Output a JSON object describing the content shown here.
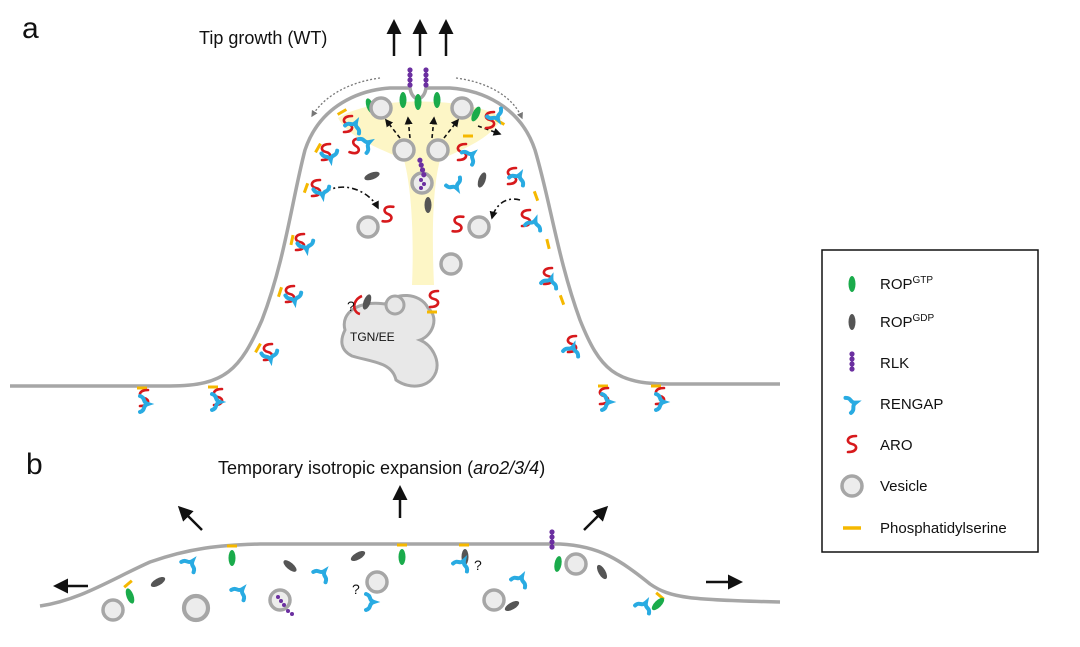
{
  "panels": {
    "a": {
      "letter": "a",
      "title": "Tip growth (WT)",
      "tgn_label": "TGN/EE",
      "question_mark": "?"
    },
    "b": {
      "letter": "b",
      "title_prefix": "Temporary isotropic expansion (",
      "title_italic": "aro2/3/4",
      "title_suffix": ")",
      "question_mark_1": "?",
      "question_mark_2": "?"
    }
  },
  "legend": {
    "items": [
      {
        "key": "rop-gtp",
        "label_main": "ROP",
        "label_sup": "GTP",
        "color": "#1aab4b"
      },
      {
        "key": "rop-gdp",
        "label_main": "ROP",
        "label_sup": "GDP",
        "color": "#555555"
      },
      {
        "key": "rlk",
        "label": "RLK",
        "color": "#6b2fa0"
      },
      {
        "key": "rengap",
        "label": "RENGAP",
        "color": "#29abe2"
      },
      {
        "key": "aro",
        "label": "ARO",
        "color": "#d7191c"
      },
      {
        "key": "vesicle",
        "label": "Vesicle",
        "color": "#a6a6a6"
      },
      {
        "key": "phosphatidylserine",
        "label": "Phosphatidylserine",
        "color": "#f5b800"
      }
    ]
  },
  "colors": {
    "membrane": "#a6a6a6",
    "cytoplasm_gradient": "#fdf6c6",
    "organelle_fill": "#e8e8e8",
    "arrow": "#111111"
  }
}
